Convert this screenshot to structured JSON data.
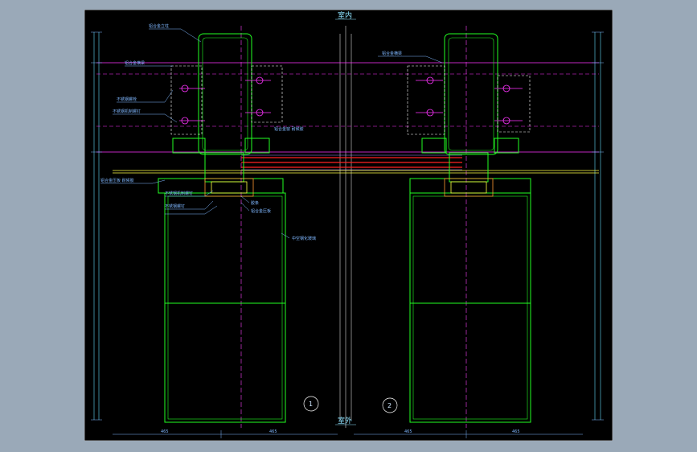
{
  "drawing": {
    "label_top": "室内",
    "label_bottom": "室外",
    "detail_1_number": "1",
    "detail_2_number": "2",
    "notes_left": [
      "铝合金立柱",
      "铝合金横梁",
      "不锈钢螺栓",
      "不锈钢机制螺钉",
      "铝合金压板 耐候胶",
      "不锈钢机制螺钉",
      "不锈钢螺钉",
      "胶条",
      "铝合金压板",
      "铝合金窗 耐候胶",
      "中空钢化玻璃"
    ],
    "notes_right": [
      "铝合金横梁"
    ],
    "dim_bottom_left_a": "465",
    "dim_bottom_left_b": "465",
    "dim_bottom_right_a": "465",
    "dim_bottom_right_b": "465"
  },
  "colors": {
    "viewport_bg": "#000000",
    "frame_green": "#22ff22",
    "magenta": "#ff33ff",
    "red": "#ff2222",
    "yellow": "#ffff44",
    "cyan": "#66e0ff",
    "white": "#ffffff"
  }
}
